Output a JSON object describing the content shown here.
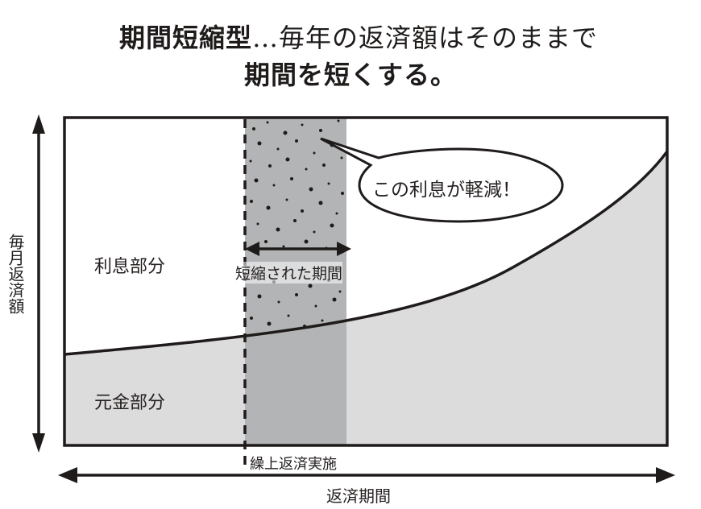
{
  "title": {
    "line1_bold": "期間短縮型",
    "line1_rest": "…毎年の返済額はそのままで",
    "line2": "期間を短くする。"
  },
  "axes": {
    "y_label": "毎月返済額",
    "x_label": "返済期間"
  },
  "regions": {
    "interest": "利息部分",
    "principal": "元金部分"
  },
  "annotations": {
    "shortened_period": "短縮された期間",
    "prepayment": "繰上返済実施",
    "callout": "この利息が軽減！"
  },
  "colors": {
    "line": "#1e1b1a",
    "principal_fill": "#dcdcdc",
    "reduced_fill": "#b2b4b5",
    "background": "#ffffff"
  }
}
